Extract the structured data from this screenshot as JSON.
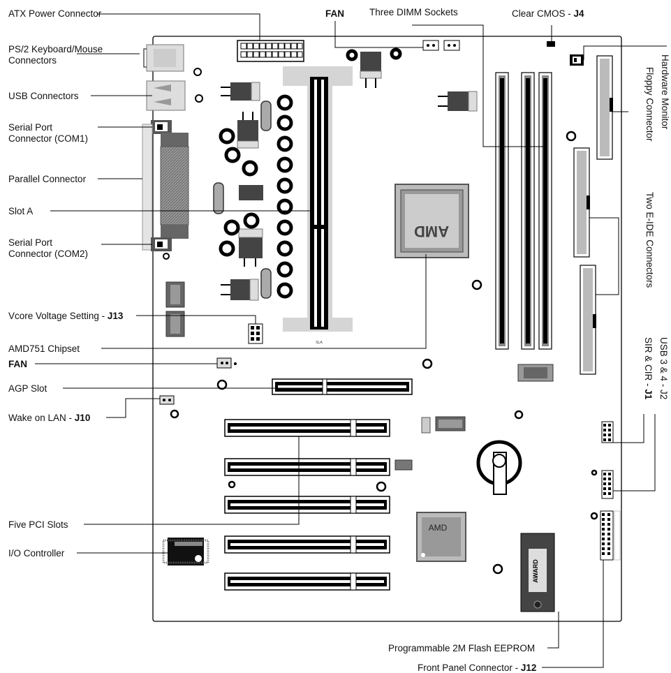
{
  "labels": {
    "atx_power": "ATX Power Connector",
    "fan_top": "FAN",
    "dimm": "Three DIMM Sockets",
    "clear_cmos": "Clear CMOS",
    "clear_cmos_jumper": "J4",
    "ps2_line1": "PS/2 Keyboard/Mouse",
    "ps2_line2": "Connectors",
    "usb": "USB Connectors",
    "com1_line1": "Serial Port",
    "com1_line2": "Connector (COM1)",
    "parallel": "Parallel Connector",
    "slot_a": "Slot A",
    "com2_line1": "Serial Port",
    "com2_line2": "Connector (COM2)",
    "vcore": "Vcore Voltage Setting",
    "vcore_jumper": "J13",
    "chipset": "AMD751 Chipset",
    "fan_left": "FAN",
    "agp": "AGP Slot",
    "wol": "Wake on LAN",
    "wol_jumper": "J10",
    "pci": "Five PCI Slots",
    "io": "I/O Controller",
    "flash": "Programmable 2M Flash EEPROM",
    "front_panel": "Front Panel Connector",
    "front_panel_jumper": "J12",
    "hw_monitor": "Hardware Monitor",
    "floppy": "Floppy Connector",
    "ide": "Two E-IDE Connectors",
    "usb34": "USB 3 & 4",
    "usb34_jumper": "J2",
    "sir": "SIR & CIR",
    "sir_jumper": "J1"
  },
  "chip_text": {
    "amd_main": "AMD",
    "amd_south": "AMD",
    "award": "AWARD"
  }
}
